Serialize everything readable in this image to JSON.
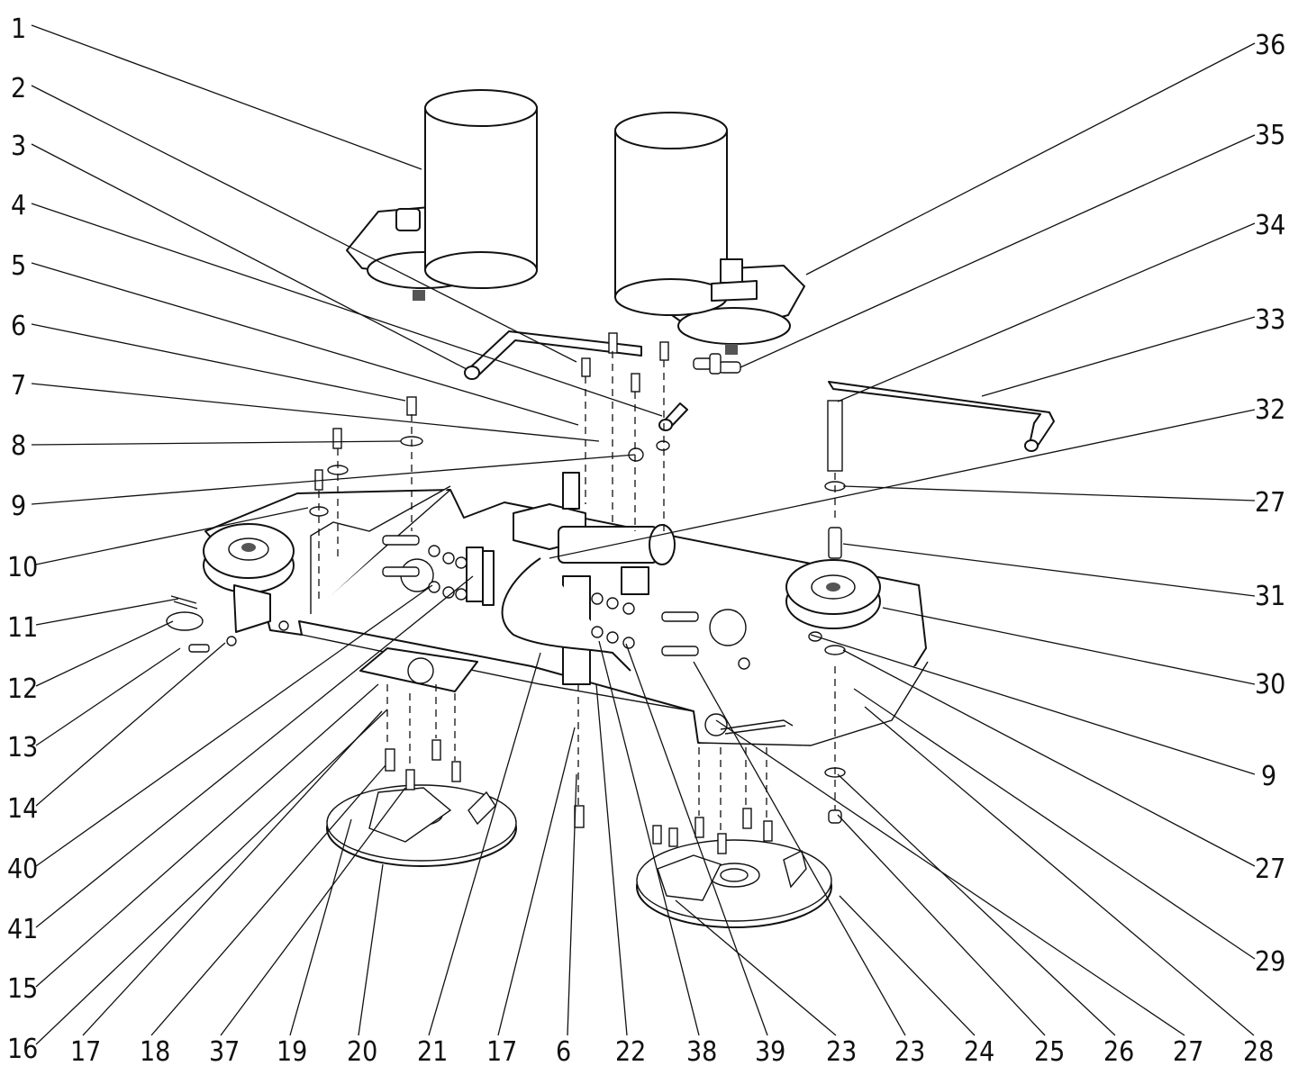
{
  "diagram": {
    "left_labels": [
      "1",
      "2",
      "3",
      "4",
      "5",
      "6",
      "7",
      "8",
      "9",
      "10",
      "11",
      "12",
      "13",
      "14",
      "40",
      "41",
      "15",
      "16"
    ],
    "right_labels": [
      "36",
      "35",
      "34",
      "33",
      "32",
      "27",
      "31",
      "30",
      "9",
      "27",
      "29"
    ],
    "bottom_labels": [
      "17",
      "18",
      "37",
      "19",
      "20",
      "21",
      "17",
      "6",
      "22",
      "38",
      "39",
      "23",
      "23",
      "24",
      "25",
      "26",
      "27",
      "28"
    ]
  },
  "colors": {
    "ink": "#111111",
    "paper": "#ffffff"
  }
}
